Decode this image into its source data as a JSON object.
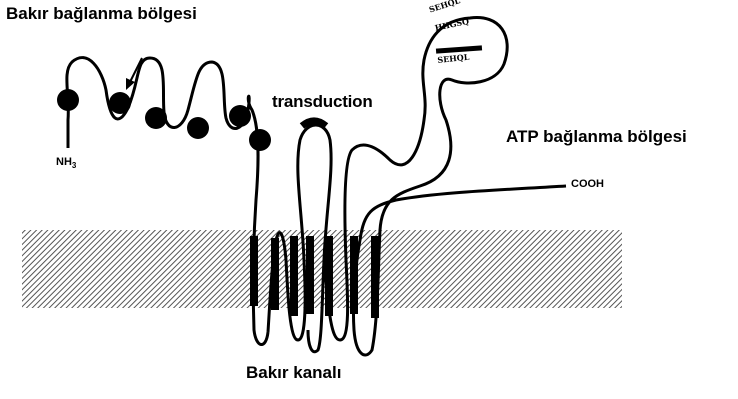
{
  "labels": {
    "copper_binding": "Bakır bağlanma bölgesi",
    "atp_binding": "ATP bağlanma bölgesi",
    "copper_channel": "Bakır kanalı",
    "amino_terminus": "NH",
    "amino_terminus_subscript": "3",
    "carboxy_terminus": "COOH",
    "transduction": "transduction"
  },
  "motifs": [
    "SEHQL",
    "HHGSQ",
    "SEHQL"
  ],
  "colors": {
    "membrane_hatch": "#555555",
    "strands": "#000000",
    "background": "#ffffff"
  }
}
